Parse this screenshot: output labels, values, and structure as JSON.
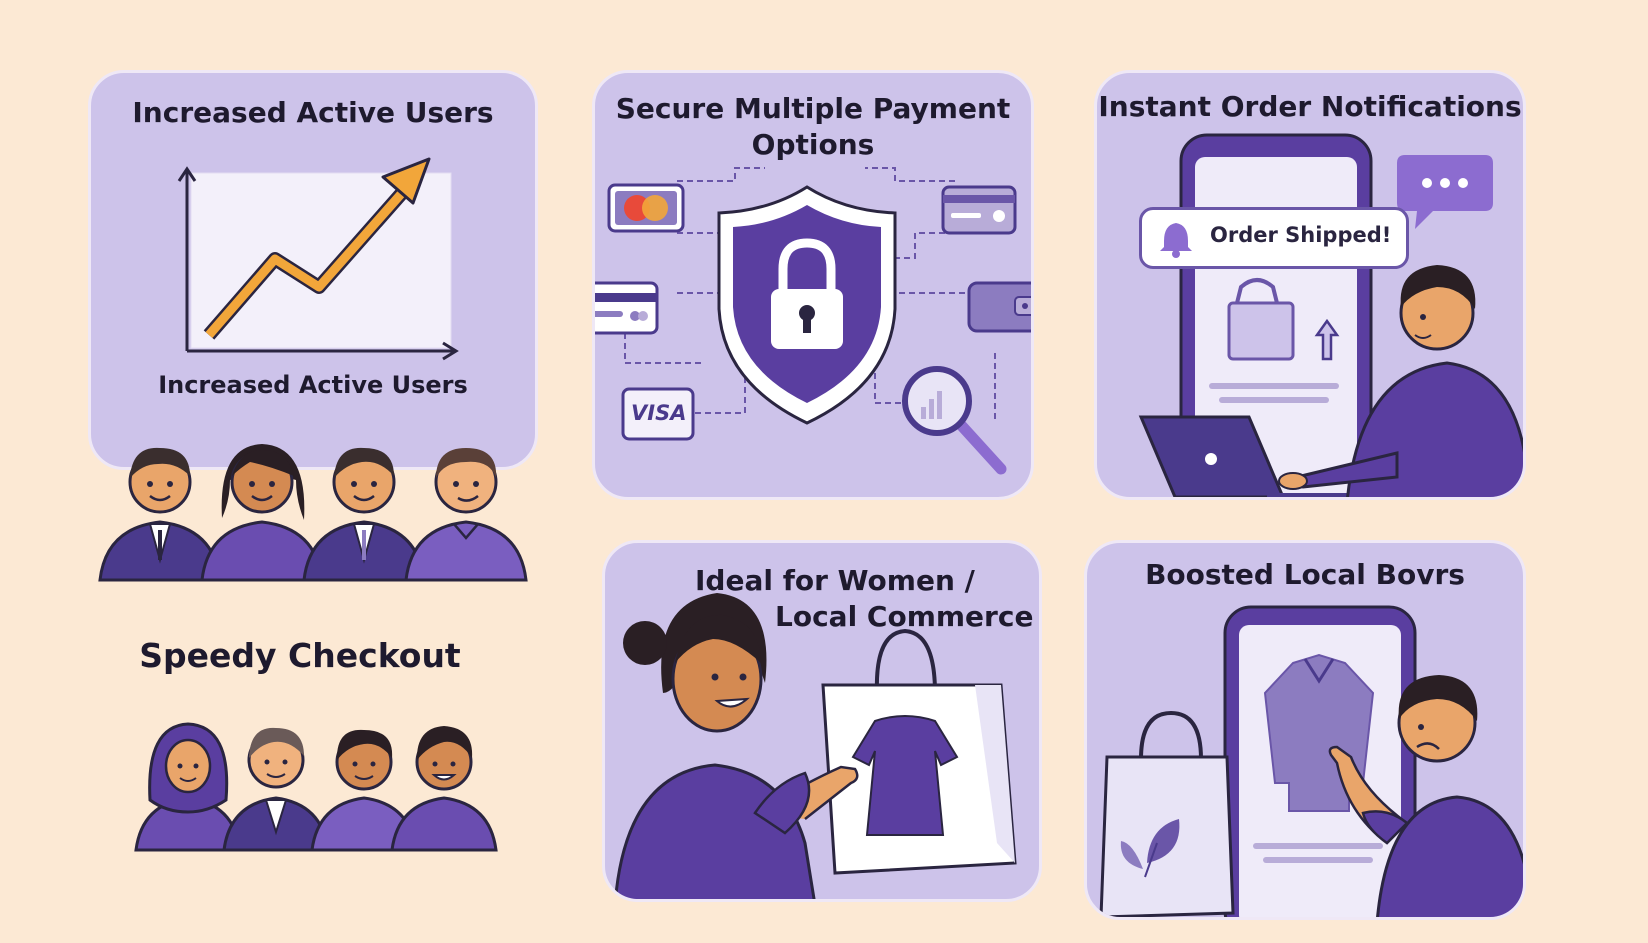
{
  "panels": {
    "active_users": {
      "title": "Increased Active Users",
      "caption": "Increased Active Users"
    },
    "speedy_checkout": {
      "title": "Speedy Checkout"
    },
    "secure_payment": {
      "title_line1": "Secure Multiple Payment",
      "title_line2": "Options",
      "visa_label": "VISA"
    },
    "notifications": {
      "title": "Instant Order Notifications",
      "notification_text": "Order Shipped!"
    },
    "women_commerce": {
      "title_line1": "Ideal for Women /",
      "title_line2": "Local Commerce"
    },
    "local_boost": {
      "title": "Boosted Local Bovrs"
    }
  },
  "colors": {
    "background": "#fce9d4",
    "panel": "#cdc3ea",
    "purple_dark": "#4a3a8c",
    "purple_mid": "#6a56a8",
    "arrow_orange": "#f2a63a",
    "skin": "#e9a56a",
    "hair": "#3a2e2e"
  }
}
